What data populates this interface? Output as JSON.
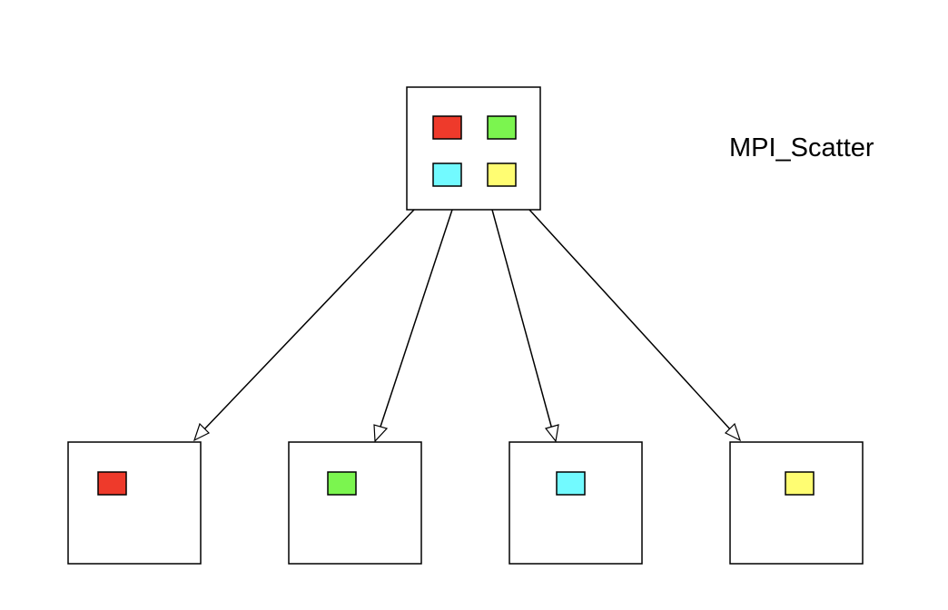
{
  "title": "MPI_Scatter",
  "colors": {
    "chunk_red": "#EE3A2B",
    "chunk_green": "#7BF54F",
    "chunk_cyan": "#72FAFF",
    "chunk_yellow": "#FFFD72",
    "stroke": "#000000",
    "background": "#FFFFFF"
  },
  "root_process": {
    "chunks": [
      "chunk_red",
      "chunk_green",
      "chunk_cyan",
      "chunk_yellow"
    ]
  },
  "receiver_processes": [
    {
      "chunk": "chunk_red"
    },
    {
      "chunk": "chunk_green"
    },
    {
      "chunk": "chunk_cyan"
    },
    {
      "chunk": "chunk_yellow"
    }
  ]
}
